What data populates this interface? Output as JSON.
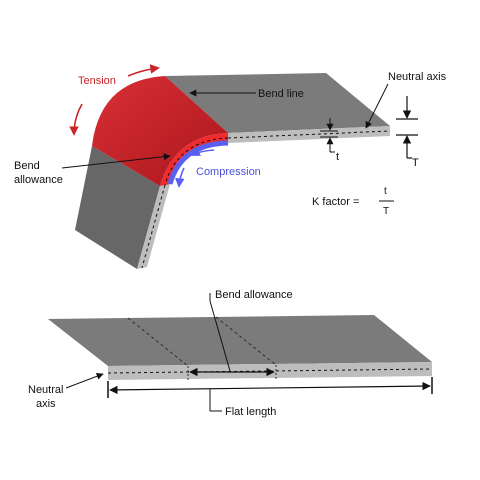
{
  "labels": {
    "tension": "Tension",
    "bend_line": "Bend line",
    "neutral_axis_top": "Neutral axis",
    "bend_allowance_top_1": "Bend",
    "bend_allowance_top_2": "allowance",
    "compression": "Compression",
    "t_small": "t",
    "t_big": "T",
    "k_factor": "K factor =",
    "k_num": "t",
    "k_den": "T",
    "bend_allowance_bottom": "Bend allowance",
    "neutral_axis_bottom_1": "Neutral",
    "neutral_axis_bottom_2": "axis",
    "flat_length": "Flat length"
  },
  "colors": {
    "sheet_top": "#7b7b7b",
    "sheet_side": "#bdbdbd",
    "sheet_outer": "#676767",
    "tension_red": "#c8242a",
    "bend_red_fill": "#b92127",
    "compression_blue": "#5a5ff0",
    "inner_red": "#ee2b2f",
    "text": "#111111"
  }
}
